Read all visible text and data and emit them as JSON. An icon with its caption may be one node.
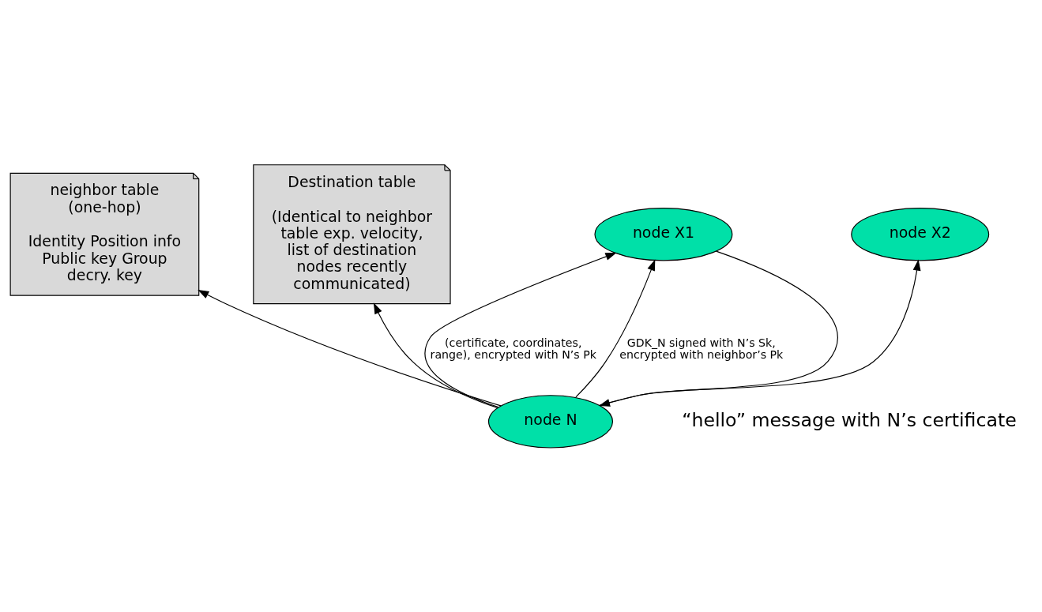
{
  "diagram": {
    "nodes": [
      {
        "text": [
          "neighbor table (one-hop)",
          "Identity Position info Public key Group decry. key"
        ]
      },
      {
        "text": [
          "Destination table",
          "(Identical to neighbor table exp. velocity, list of destination nodes recently communicated)"
        ]
      },
      {
        "text": [
          "node N"
        ]
      },
      {
        "text": [
          "node X1"
        ]
      },
      {
        "text": [
          "node X2"
        ]
      }
    ],
    "edges": [
      {
        "from": 2,
        "to": 0,
        "arrow": "to"
      },
      {
        "from": 2,
        "to": 1,
        "arrow": "to"
      },
      {
        "from": 3,
        "to": 2,
        "arrow": "to"
      },
      {
        "from": 2,
        "to": 3,
        "arrow": "to",
        "label": "(certificate, coordinates, range), encrypted with N’s Pk"
      },
      {
        "from": 2,
        "to": 3,
        "arrow": "to",
        "label": "GDK_N signed with N’s Sk, encrypted with neighbor’s Pk"
      },
      {
        "from": 2,
        "to": 4,
        "arrow": "to"
      }
    ],
    "labels": [
      "“hello” message with N’s certificate"
    ]
  }
}
